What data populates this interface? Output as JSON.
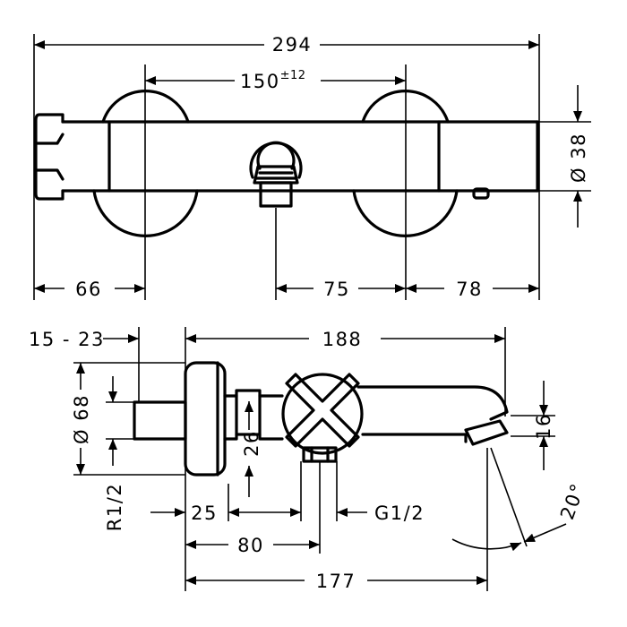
{
  "top_view": {
    "overall_width": "294",
    "valve_spacing": "150",
    "valve_spacing_tolerance": "±12",
    "diameter_label": "Ø 38",
    "left_offset": "66",
    "center_to_right_valve": "75",
    "right_offset": "78"
  },
  "side_view": {
    "wall_gap": "15 - 23",
    "projection": "188",
    "diameter_label": "Ø 68",
    "outlet_height": "16",
    "handle_height": "26",
    "thread_inlet": "R1/2",
    "thread_outlet": "G1/2",
    "inlet_offset": "25",
    "handle_offset": "80",
    "spout_length": "177",
    "spout_angle": "20°"
  }
}
